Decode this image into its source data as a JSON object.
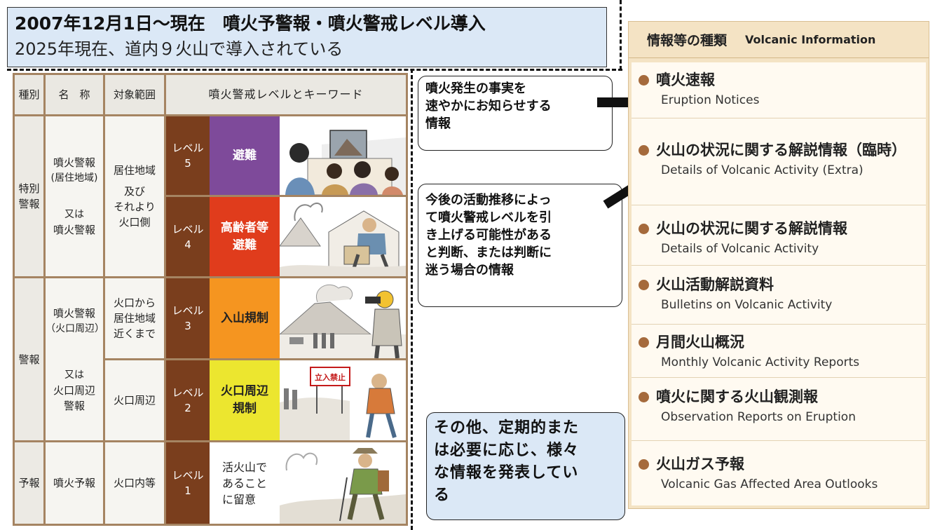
{
  "header": {
    "title": "2007年12月1日～現在　噴火予警報・噴火警戒レベル導入",
    "subtitle": "2025年現在、道内９火山で導入されている"
  },
  "alert_table": {
    "headers": {
      "category": "種別",
      "name": "名　称",
      "scope": "対象範囲",
      "level_keyword": "噴火警戒レベルとキーワード"
    },
    "groups": {
      "special": {
        "category": [
          "特別",
          "警報"
        ],
        "name_main": "噴火警報",
        "name_paren": "(居住地域)",
        "name_alt": [
          "又は",
          "噴火警報"
        ],
        "scope": [
          "居住地域",
          "及び",
          "それより",
          "火口側"
        ]
      },
      "warning": {
        "category": "警報",
        "name_main": "噴火警報",
        "name_paren": "（火口周辺）",
        "name_alt": [
          "又は",
          "火口周辺",
          "警報"
        ],
        "scope_level3": [
          "火口から",
          "居住地域",
          "近くまで"
        ],
        "scope_level2": "火口周辺"
      },
      "forecast": {
        "category": "予報",
        "name": "噴火予報",
        "scope": "火口内等"
      }
    },
    "levels": [
      {
        "label": "レベル",
        "number": "5",
        "keyword": [
          "避難"
        ],
        "color": "#7e4a9a",
        "text_color": "#ffffff"
      },
      {
        "label": "レベル",
        "number": "4",
        "keyword": [
          "高齢者等",
          "避難"
        ],
        "color": "#e03c1c",
        "text_color": "#ffffff"
      },
      {
        "label": "レベル",
        "number": "3",
        "keyword": [
          "入山規制"
        ],
        "color": "#f59520",
        "text_color": "#222222"
      },
      {
        "label": "レベル",
        "number": "2",
        "keyword": [
          "火口周辺",
          "規制"
        ],
        "color": "#ece62f",
        "text_color": "#222222"
      },
      {
        "label": "レベル",
        "number": "1",
        "keyword": [
          "活火山で",
          "あること",
          "に留意"
        ],
        "color": "#ffffff",
        "text_color": "#222222"
      }
    ],
    "sign_text": "立入禁止"
  },
  "callouts": {
    "eruption_notice": [
      "噴火発生の事実を",
      "速やかにお知らせする",
      "情報"
    ],
    "extra_details": [
      "今後の活動推移によっ",
      "て噴火警戒レベルを引",
      "き上げる可能性がある",
      "と判断、または判断に",
      "迷う場合の情報"
    ],
    "others": [
      "その他、定期的また",
      "は必要に応じ、様々",
      "な情報を発表してい",
      "る"
    ]
  },
  "info_panel": {
    "title_jp": "情報等の種類",
    "title_en": "Volcanic Information",
    "items": [
      {
        "jp": "噴火速報",
        "en": "Eruption Notices"
      },
      {
        "jp": "火山の状況に関する解説情報（臨時）",
        "en": "Details of Volcanic Activity (Extra)"
      },
      {
        "jp": "火山の状況に関する解説情報",
        "en": "Details of Volcanic Activity"
      },
      {
        "jp": "火山活動解説資料",
        "en": "Bulletins on Volcanic Activity"
      },
      {
        "jp": "月間火山概況",
        "en": "Monthly Volcanic Activity Reports"
      },
      {
        "jp": "噴火に関する火山観測報",
        "en": "Observation Reports on Eruption"
      },
      {
        "jp": "火山ガス予報",
        "en": "Volcanic Gas Affected Area Outlooks"
      }
    ]
  },
  "colors": {
    "header_bg": "#dbe8f6",
    "table_frame": "#a58462",
    "level_label_bg": "#7a3e1d",
    "info_bg": "#f4e3c4",
    "bullet": "#a56a3c"
  },
  "icons": [
    "arrow-right-icon",
    "bullet-dot-icon",
    "level-illustration"
  ]
}
